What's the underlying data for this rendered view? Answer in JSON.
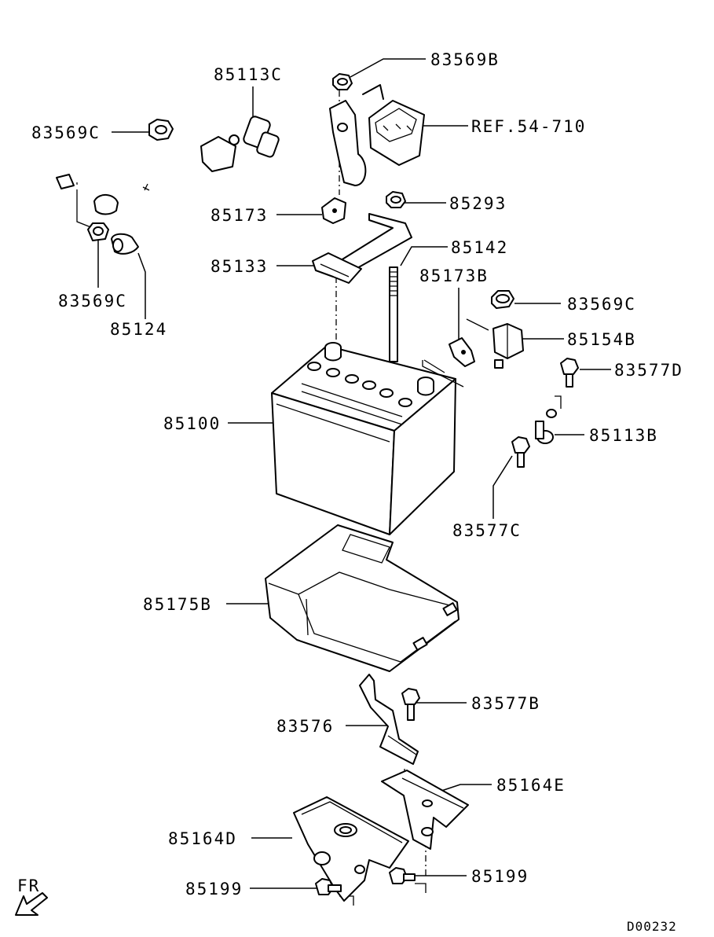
{
  "diagram": {
    "code": "D00232",
    "direction_label": "FR",
    "parts": {
      "p83569B": "83569B",
      "p85113C": "85113C",
      "pREF": "REF.54-710",
      "p83569C_top": "83569C",
      "p85173": "85173",
      "p85293": "85293",
      "p85133": "85133",
      "p85142": "85142",
      "p85173B": "85173B",
      "p83569C_left": "83569C",
      "p85124": "85124",
      "p83569C_right": "83569C",
      "p85154B": "85154B",
      "p83577D": "83577D",
      "p85100": "85100",
      "p85113B": "85113B",
      "p83577C": "83577C",
      "p85175B": "85175B",
      "p83577B": "83577B",
      "p83576": "83576",
      "p85164E": "85164E",
      "p85164D": "85164D",
      "p85199_left": "85199",
      "p85199_right": "85199"
    }
  }
}
